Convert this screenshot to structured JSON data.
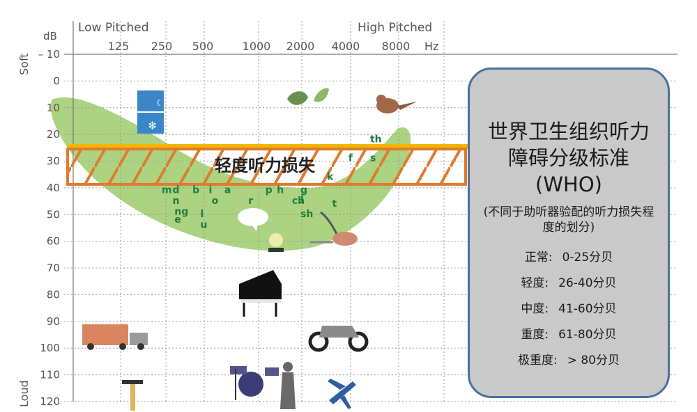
{
  "chart_data": {
    "type": "audiogram",
    "axes": {
      "x_unit": "Hz",
      "x_label_left": "Low Pitched",
      "x_label_right": "High Pitched",
      "x_ticks": [
        "125",
        "250",
        "500",
        "1000",
        "2000",
        "4000",
        "8000"
      ],
      "y_unit": "dB",
      "y_label_top": "Soft",
      "y_label_bottom": "Loud",
      "y_ticks": [
        "– 10",
        "0",
        "10",
        "20",
        "30",
        "40",
        "50",
        "60",
        "70",
        "80",
        "90",
        "100",
        "110",
        "120"
      ],
      "ylim": [
        -10,
        120
      ],
      "grid": true
    },
    "threshold_line_db": 25,
    "band": {
      "label": "轻度听力损失",
      "from_db": 26,
      "to_db": 40
    },
    "speech_sounds": [
      {
        "text": "m",
        "freq": 250,
        "db": 42
      },
      {
        "text": "d",
        "freq": 300,
        "db": 42
      },
      {
        "text": "n",
        "freq": 300,
        "db": 46
      },
      {
        "text": "ng",
        "freq": 310,
        "db": 50
      },
      {
        "text": "e",
        "freq": 310,
        "db": 53
      },
      {
        "text": "b",
        "freq": 420,
        "db": 42
      },
      {
        "text": "l",
        "freq": 480,
        "db": 51
      },
      {
        "text": "u",
        "freq": 480,
        "db": 55
      },
      {
        "text": "i",
        "freq": 540,
        "db": 42
      },
      {
        "text": "a",
        "freq": 660,
        "db": 42
      },
      {
        "text": "o",
        "freq": 560,
        "db": 46
      },
      {
        "text": "r",
        "freq": 900,
        "db": 46
      },
      {
        "text": "p",
        "freq": 1150,
        "db": 42
      },
      {
        "text": "h",
        "freq": 1380,
        "db": 42
      },
      {
        "text": "ch",
        "freq": 1750,
        "db": 46
      },
      {
        "text": "g",
        "freq": 2000,
        "db": 42
      },
      {
        "text": "j",
        "freq": 2000,
        "db": 45
      },
      {
        "text": "sh",
        "freq": 2000,
        "db": 51
      },
      {
        "text": "k",
        "freq": 3000,
        "db": 37
      },
      {
        "text": "t",
        "freq": 3250,
        "db": 47
      },
      {
        "text": "f",
        "freq": 4150,
        "db": 30
      },
      {
        "text": "th",
        "freq": 5600,
        "db": 23
      },
      {
        "text": "s",
        "freq": 5600,
        "db": 30
      }
    ]
  },
  "who_panel": {
    "title": "世界卫生组织听力障碍分级标准(WHO)",
    "subtitle": "(不同于助听器验配的听力损失程度的划分)",
    "levels": [
      {
        "name": "正常:",
        "range": "0-25分贝"
      },
      {
        "name": "轻度:",
        "range": "26-40分贝"
      },
      {
        "name": "中度:",
        "range": "41-60分贝"
      },
      {
        "name": "重度:",
        "range": "61-80分贝"
      },
      {
        "name": "极重度:",
        "range": "> 80分贝"
      }
    ]
  },
  "illustrations": [
    "clock-icon",
    "leaf-icon",
    "bird-icon",
    "speech-bubble-icon",
    "lamp-icon",
    "vacuum-cleaner-icon",
    "piano-icon",
    "truck-icon",
    "motorcycle-icon",
    "drum-kit-icon",
    "singer-icon",
    "jackhammer-icon",
    "airplane-icon"
  ],
  "colors": {
    "banana": "#9ccb6b",
    "threshold_line": "#f2b600",
    "band_stroke": "#e07a2e",
    "panel_border": "#4a6fa0",
    "panel_fill": "#c9c9c9"
  }
}
